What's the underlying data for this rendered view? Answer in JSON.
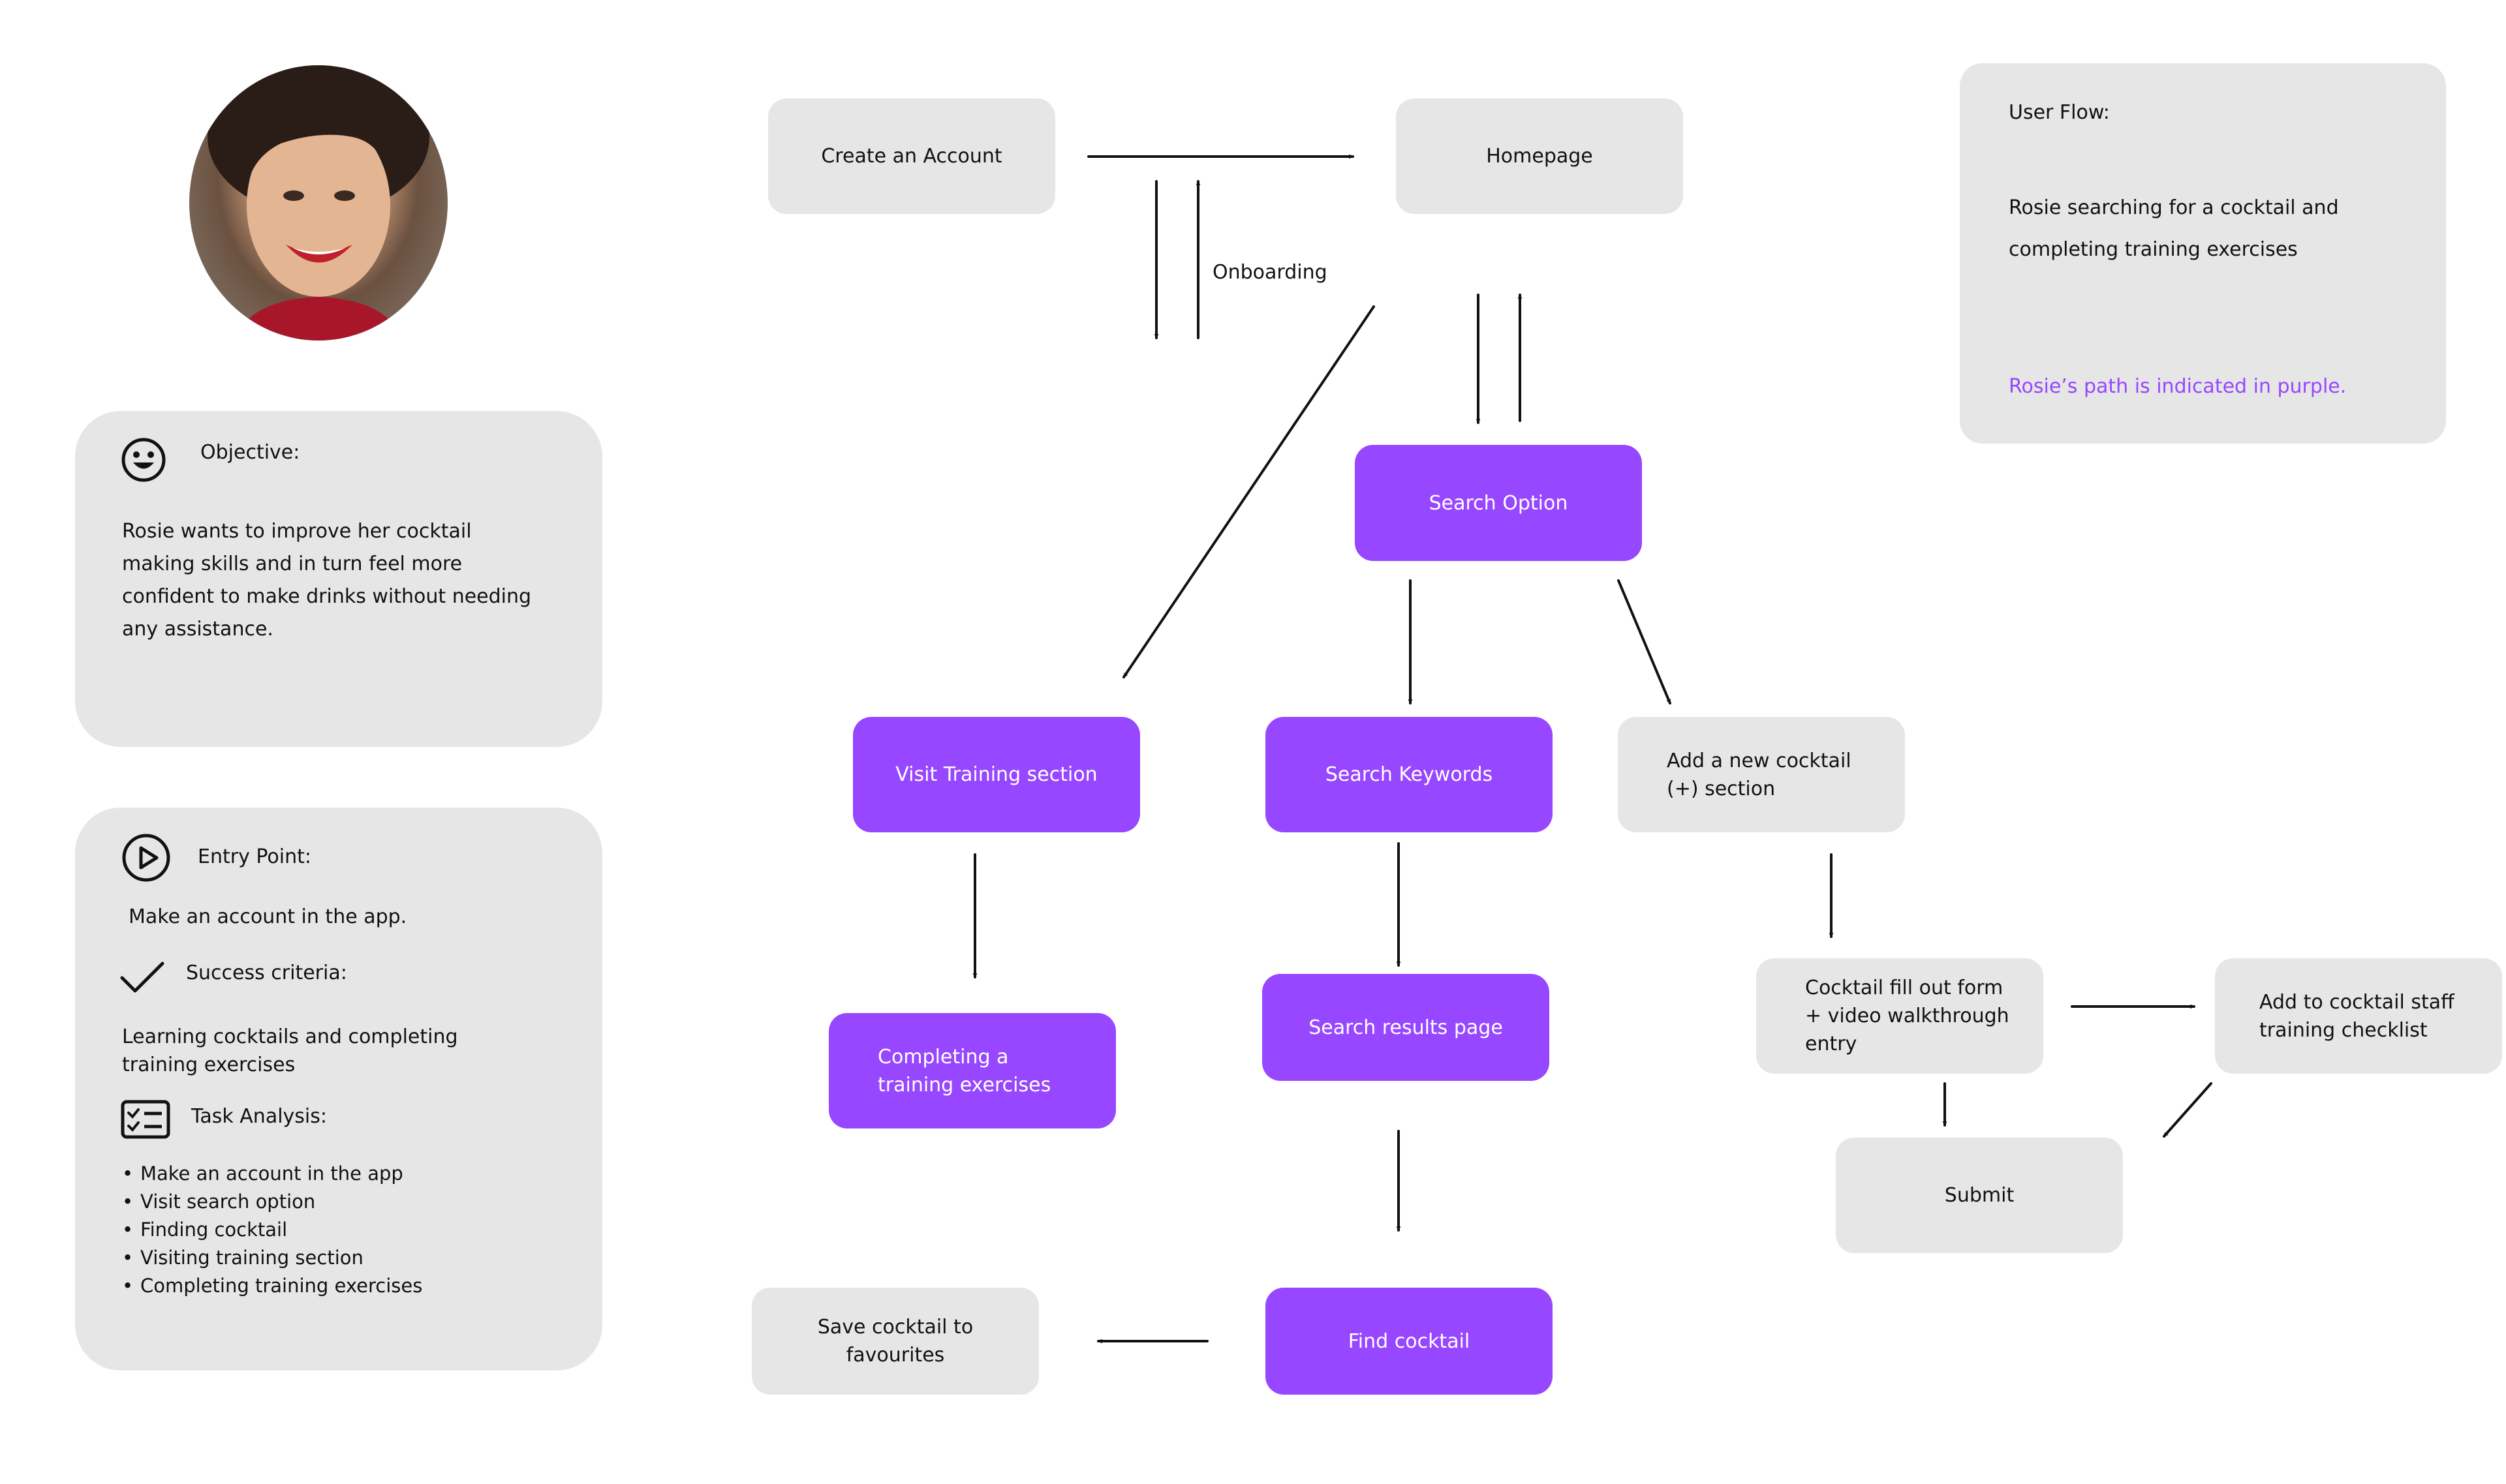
{
  "persona": {
    "objective_label": "Objective:",
    "objective_text": "Rosie wants to improve her cocktail making skills and in turn feel more confident to make drinks without needing any assistance.",
    "entry_label": "Entry Point:",
    "entry_text": "Make an account in the app.",
    "success_label": "Success criteria:",
    "success_text": "Learning cocktails and completing training exercises",
    "task_label": "Task Analysis:",
    "tasks": [
      "Make an account in the app",
      "Visit search option",
      "Finding cocktail",
      "Visiting training section",
      "Completing training exercises"
    ]
  },
  "user_flow": {
    "title": "User Flow:",
    "description": "Rosie searching for a cocktail and completing training exercises",
    "note": "Rosie’s path is indicated in purple."
  },
  "nodes": {
    "create_account": "Create an Account",
    "homepage": "Homepage",
    "onboarding": "Onboarding",
    "search_option": "Search Option",
    "visit_training": "Visit Training section",
    "search_keywords": "Search Keywords",
    "add_cocktail": "Add a new cocktail (+) section",
    "completing_training": "Completing a training exercises",
    "search_results": "Search results page",
    "cocktail_form": "Cocktail fill out form + video walkthrough entry",
    "add_checklist": "Add to cocktail staff training checklist",
    "submit": "Submit",
    "save_favourites": "Save cocktail to favourites",
    "find_cocktail": "Find cocktail"
  },
  "colors": {
    "purple": "#9747ff",
    "gray": "#e6e6e6"
  },
  "icons": {
    "objective": "smiley-face-icon",
    "entry": "play-circle-icon",
    "success": "checkmark-icon",
    "task": "checklist-icon"
  }
}
